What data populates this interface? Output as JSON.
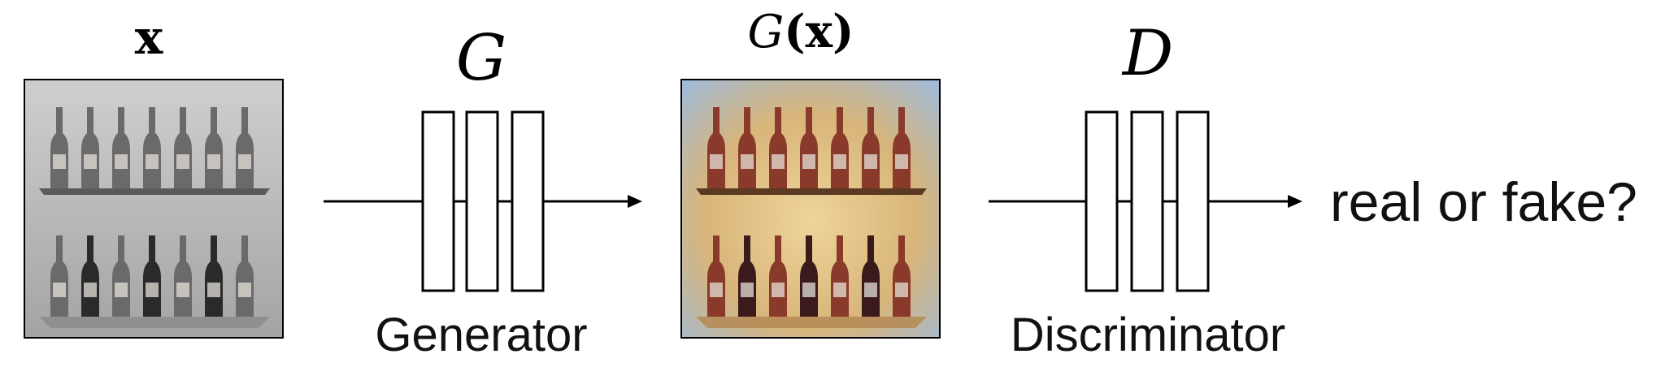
{
  "input": {
    "symbol": "x"
  },
  "generator": {
    "symbol": "G",
    "label": "Generator"
  },
  "output": {
    "symbol_fn": "G",
    "symbol_arg": "(x)"
  },
  "discriminator": {
    "symbol": "D",
    "label": "Discriminator"
  },
  "result": {
    "text": "real or fake?"
  },
  "colors": {
    "stroke": "#000000",
    "input_bg": "#b8b8b8",
    "input_wall": "#a9a9a9",
    "output_bg": "#d9c08e",
    "output_sky": "#9fc3e6",
    "bottle_gray": "#6a6a6a",
    "bottle_dark": "#2a2a2a",
    "bottle_red": "#8a3a2a",
    "bottle_darkred": "#3a1a1a"
  }
}
